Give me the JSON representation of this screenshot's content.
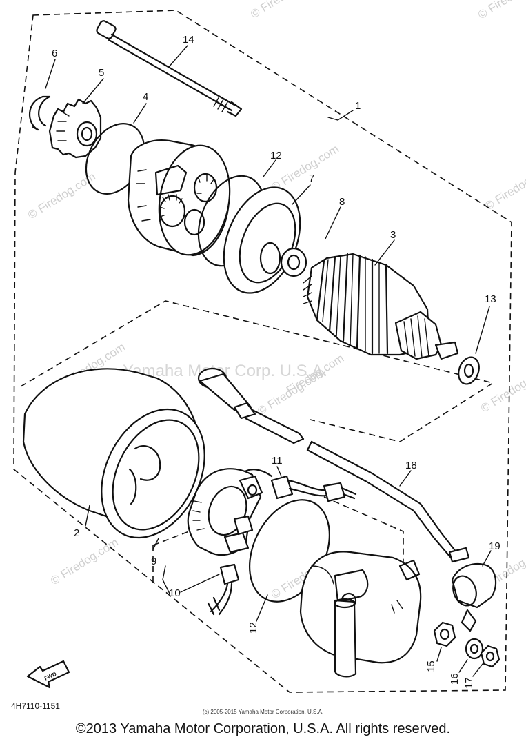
{
  "diagram": {
    "part_numbers": [
      "1",
      "2",
      "3",
      "4",
      "5",
      "6",
      "7",
      "8",
      "9",
      "10",
      "11",
      "12",
      "12",
      "13",
      "14",
      "15",
      "16",
      "17",
      "18",
      "19"
    ],
    "code": "4H7110-1151",
    "fwd_label": "FWD",
    "watermark_main": "Yamaha Motor Corp. U.S.A.",
    "watermark_site": "© Firedog.com",
    "watermark_site_plain": "Firedog.com"
  },
  "footer": {
    "small_copyright": "(c) 2005-2015 Yamaha Motor Corporation, U.S.A.",
    "copyright": "©2013 Yamaha Motor Corporation, U.S.A. All rights reserved."
  }
}
